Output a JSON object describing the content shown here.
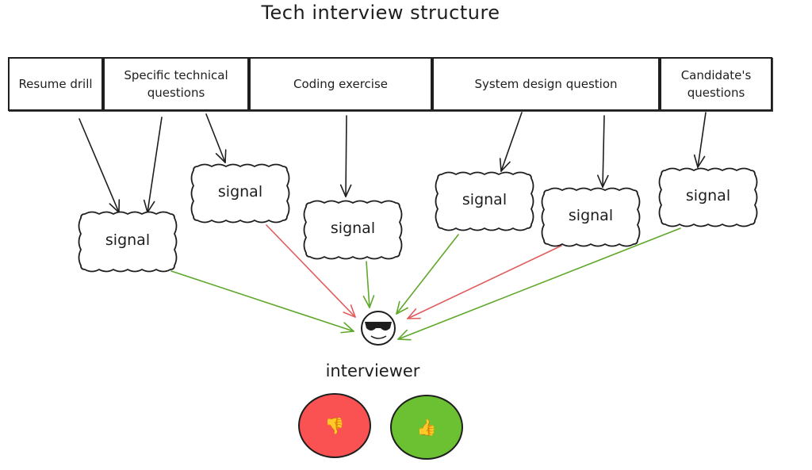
{
  "title": "Tech interview structure",
  "stages": [
    {
      "label": "Resume drill"
    },
    {
      "label": "Specific technical questions"
    },
    {
      "label": "Coding exercise"
    },
    {
      "label": "System design question"
    },
    {
      "label": "Candidate's questions"
    }
  ],
  "signals": [
    {
      "label": "signal",
      "source_stages": [
        0,
        1
      ],
      "verdict": "positive"
    },
    {
      "label": "signal",
      "source_stages": [
        1
      ],
      "verdict": "negative"
    },
    {
      "label": "signal",
      "source_stages": [
        2
      ],
      "verdict": "positive"
    },
    {
      "label": "signal",
      "source_stages": [
        3
      ],
      "verdict": "positive"
    },
    {
      "label": "signal",
      "source_stages": [
        3
      ],
      "verdict": "negative"
    },
    {
      "label": "signal",
      "source_stages": [
        4
      ],
      "verdict": "positive"
    }
  ],
  "interviewer": {
    "label": "interviewer",
    "icon": "sunglasses-face-icon"
  },
  "decisions": [
    {
      "name": "reject",
      "icon": "thumbs-down-icon",
      "glyph": "👎",
      "color": "#fa5252"
    },
    {
      "name": "hire",
      "icon": "thumbs-up-icon",
      "glyph": "👍",
      "color": "#6cc132"
    }
  ],
  "colors": {
    "stroke": "#1e1e1e",
    "positive_arrow": "#5fa82a",
    "negative_arrow": "#e05c5c"
  }
}
